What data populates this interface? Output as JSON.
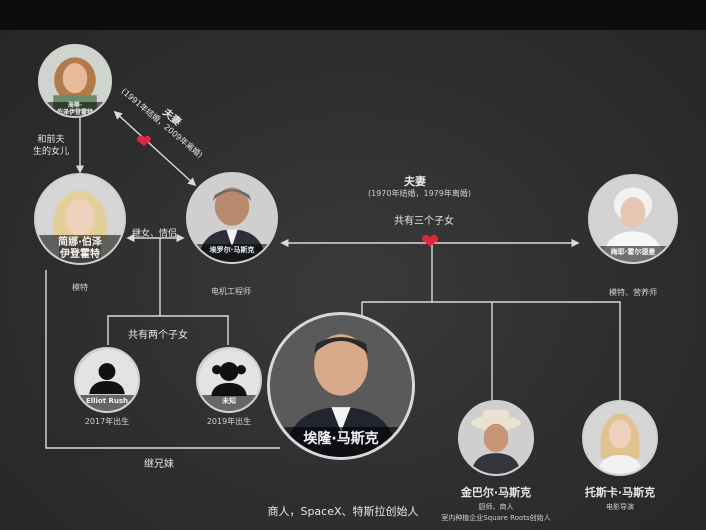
{
  "people": {
    "heidi": {
      "name_line1": "海蒂·",
      "name_line2": "伯泽伊登霍特"
    },
    "jana": {
      "name_line1": "简娜·伯泽",
      "name_line2": "伊登霍特",
      "role": "模特"
    },
    "errol": {
      "name": "埃罗尔·马斯克",
      "role": "电机工程师"
    },
    "maye": {
      "name": "梅耶·霍尔德曼",
      "role": "模特、营养师"
    },
    "elliot": {
      "name": "Elliot Rush",
      "role": "2017年出生"
    },
    "unknown_child": {
      "name": "未知",
      "role": "2019年出生"
    },
    "elon": {
      "name": "埃隆·马斯克",
      "role": "商人，SpaceX、特斯拉创始人"
    },
    "kimbal": {
      "name": "金巴尔·马斯克",
      "role_line1": "厨师、商人",
      "role_line2": "室内种植企业Square Roots创始人"
    },
    "tosca": {
      "name": "托斯卡·马斯克",
      "role": "电影导演"
    }
  },
  "relations": {
    "heidi_errol_title": "夫妻",
    "heidi_errol_dates": "(1991年结婚，2009年离婚)",
    "heidi_jana": "和前夫生的女儿",
    "heidi_jana_line1": "和前夫",
    "heidi_jana_line2": "生的女儿",
    "errol_jana": "继女、情侣",
    "errol_maye_title": "夫妻",
    "errol_maye_dates": "(1970年结婚，1979年离婚)",
    "errol_maye_children": "共有三个子女",
    "errol_jana_children": "共有两个子女",
    "step_siblings": "继兄妹"
  },
  "colors": {
    "line": "#d9d9d9",
    "heart": "#e0263b",
    "background": "#2e2e2e"
  }
}
